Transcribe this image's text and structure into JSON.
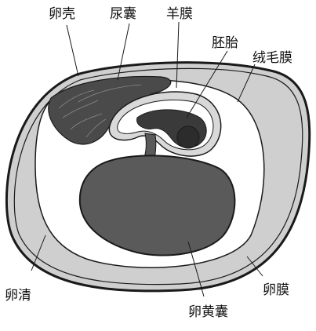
{
  "diagram": {
    "labels": {
      "eggshell": "卵壳",
      "allantois": "尿囊",
      "amnion": "羊膜",
      "embryo": "胚胎",
      "chorion": "绒毛膜",
      "albumen": "卵清",
      "egg_membrane": "卵膜",
      "yolk_sac": "卵黄囊"
    },
    "colors": {
      "shell_outline": "#1a1a1a",
      "albumen_fill": "#cfcfcf",
      "chorion_fill": "#ffffff",
      "yolk_fill": "#5a5a5a",
      "allantois_fill": "#4a4a4a",
      "amnion_fill": "#d9d9d9",
      "embryo_fill": "#3a3a3a"
    }
  }
}
